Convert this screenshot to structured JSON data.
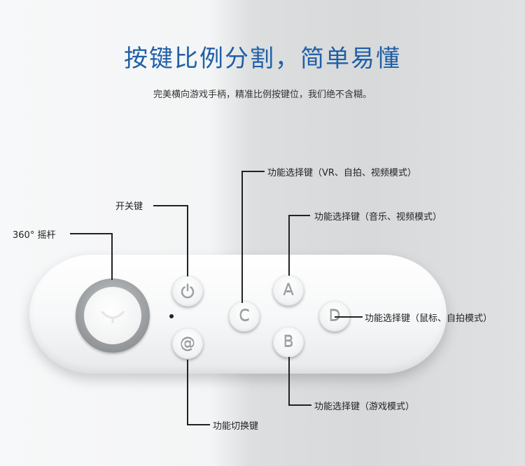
{
  "headline": "按键比例分割，简单易懂",
  "subline": "完美横向游戏手柄，精准比例按键位，我们绝不含糊。",
  "labels": {
    "joystick": "360° 摇杆",
    "power": "开关键",
    "switch": "功能切换键",
    "c_key": "功能选择键（VR、自拍、视频模式）",
    "a_key": "功能选择键（音乐、视频模式）",
    "d_key": "功能选择键（鼠标、自拍模式）",
    "b_key": "功能选择键（游戏模式）"
  },
  "buttons": {
    "c": "C",
    "a": "A",
    "d": "D",
    "b": "B",
    "at": "@"
  },
  "icons": {
    "power": "power-icon",
    "joystick": "joystick-icon"
  },
  "colors": {
    "headline": "#1f5fa7"
  }
}
